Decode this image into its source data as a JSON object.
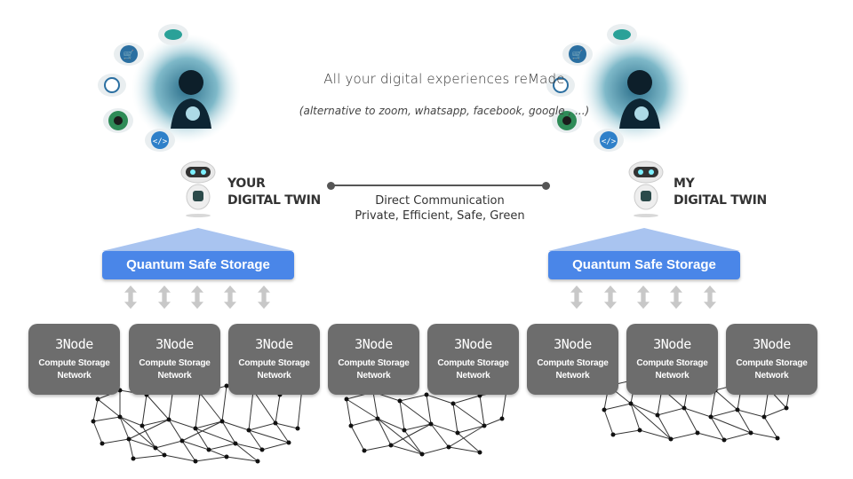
{
  "headline": "All your digital experiences reMade",
  "subline": "(alternative to zoom, whatsapp, facebook, google , ...)",
  "left_twin": {
    "line1": "YOUR",
    "line2": "DIGITAL TWIN"
  },
  "right_twin": {
    "line1": "MY",
    "line2": "DIGITAL TWIN"
  },
  "communication": {
    "line1": "Direct Communication",
    "line2": "Private, Efficient, Safe, Green"
  },
  "storage": {
    "label": "Quantum Safe Storage"
  },
  "node": {
    "title": "3Node",
    "sub1": "Compute Storage",
    "sub2": "Network"
  },
  "colors": {
    "storage_blue": "#4a86e8",
    "storage_light": "#a9c4f0",
    "node_gray": "#6d6d6d",
    "arrow_gray": "#c8c8c8"
  },
  "icons": [
    "cart-icon",
    "search-icon",
    "gear-icon",
    "code-icon",
    "chat-icon",
    "robot-icon"
  ]
}
